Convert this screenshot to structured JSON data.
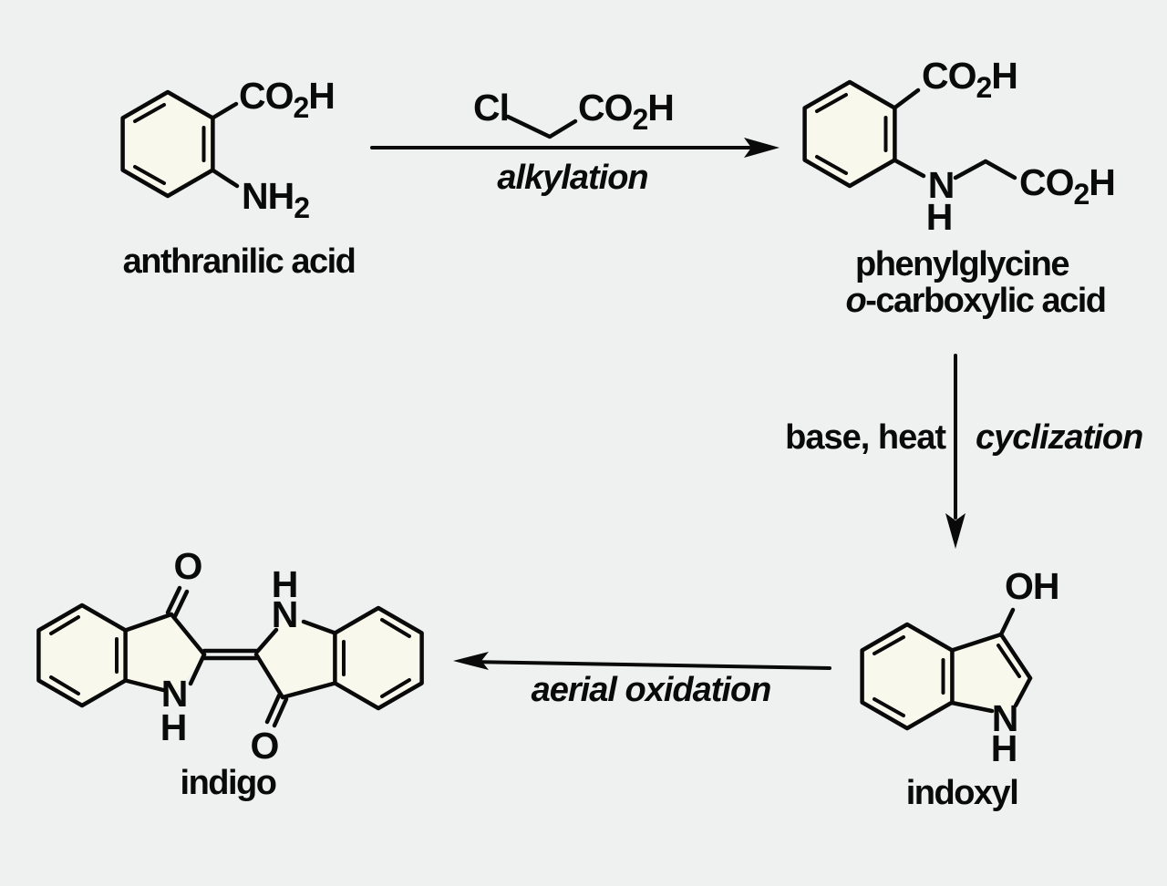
{
  "colors": {
    "background": "#eff1f1",
    "ink": "#0a0a0a",
    "ring_fill": "#f8f8ec"
  },
  "formulas": {
    "co2h": {
      "pre": "CO",
      "sub": "2",
      "post": "H"
    },
    "nh2": {
      "pre": "NH",
      "sub": "2",
      "post": ""
    },
    "cl": "Cl",
    "oh": "OH",
    "n": "N",
    "h": "H",
    "o": "O"
  },
  "compounds": {
    "anthranilic_acid": {
      "name": "anthranilic acid"
    },
    "phenylglycine": {
      "name_line1": "phenylglycine",
      "name_line2_italic": "o",
      "name_line2": "-carboxylic acid"
    },
    "indoxyl": {
      "name": "indoxyl"
    },
    "indigo": {
      "name": "indigo"
    }
  },
  "steps": {
    "alkylation": {
      "type_label": "alkylation"
    },
    "cyclization": {
      "conditions": "base, heat",
      "type_label": "cyclization"
    },
    "aerial_oxidation": {
      "type_label": "aerial oxidation"
    }
  }
}
